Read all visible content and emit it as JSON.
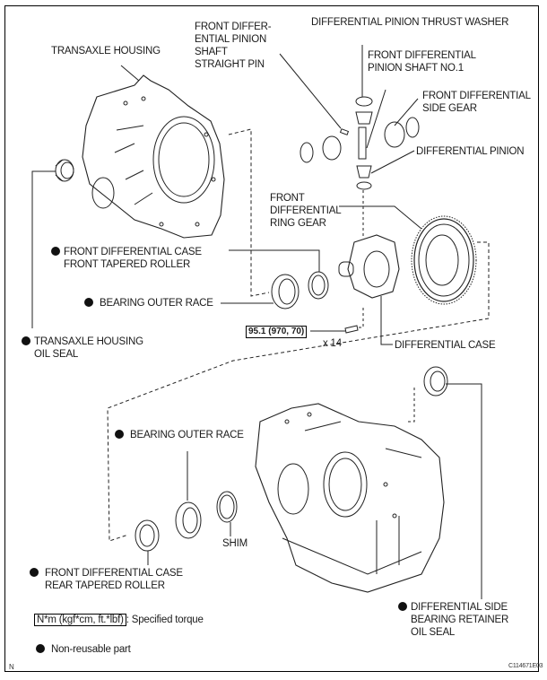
{
  "figure_code": "C114671E03",
  "corner_mark": "N",
  "labels": {
    "transaxle_housing": "TRANSAXLE HOUSING",
    "straight_pin": "FRONT DIFFER-\nENTIAL PINION\nSHAFT\nSTRAIGHT PIN",
    "thrust_washer": "DIFFERENTIAL PINION THRUST WASHER",
    "pinion_shaft": "FRONT DIFFERENTIAL\nPINION SHAFT NO.1",
    "side_gear": "FRONT DIFFERENTIAL\nSIDE GEAR",
    "pinion": "DIFFERENTIAL PINION",
    "ring_gear": "FRONT\nDIFFERENTIAL\nRING GEAR",
    "front_tapered_roller": "FRONT DIFFERENTIAL CASE\nFRONT TAPERED ROLLER",
    "bearing_outer_race_top": "BEARING OUTER RACE",
    "housing_oil_seal": "TRANSAXLE HOUSING\nOIL SEAL",
    "differential_case": "DIFFERENTIAL CASE",
    "bearing_outer_race_bottom": "BEARING OUTER RACE",
    "shim": "SHIM",
    "rear_tapered_roller": "FRONT DIFFERENTIAL CASE\nREAR TAPERED ROLLER",
    "retainer_oil_seal": "DIFFERENTIAL SIDE\nBEARING RETAINER\nOIL SEAL"
  },
  "torque": {
    "value": "95.1 (970, 70)",
    "quantity": "x 14"
  },
  "legend": {
    "torque_unit": "N*m (kgf*cm, ft.*lbf)",
    "torque_desc": ": Specified torque",
    "non_reusable": "Non-reusable part"
  },
  "non_reusable_parts": [
    "FRONT DIFFERENTIAL CASE FRONT TAPERED ROLLER",
    "BEARING OUTER RACE",
    "TRANSAXLE HOUSING OIL SEAL",
    "BEARING OUTER RACE",
    "FRONT DIFFERENTIAL CASE REAR TAPERED ROLLER",
    "DIFFERENTIAL SIDE BEARING RETAINER OIL SEAL"
  ]
}
